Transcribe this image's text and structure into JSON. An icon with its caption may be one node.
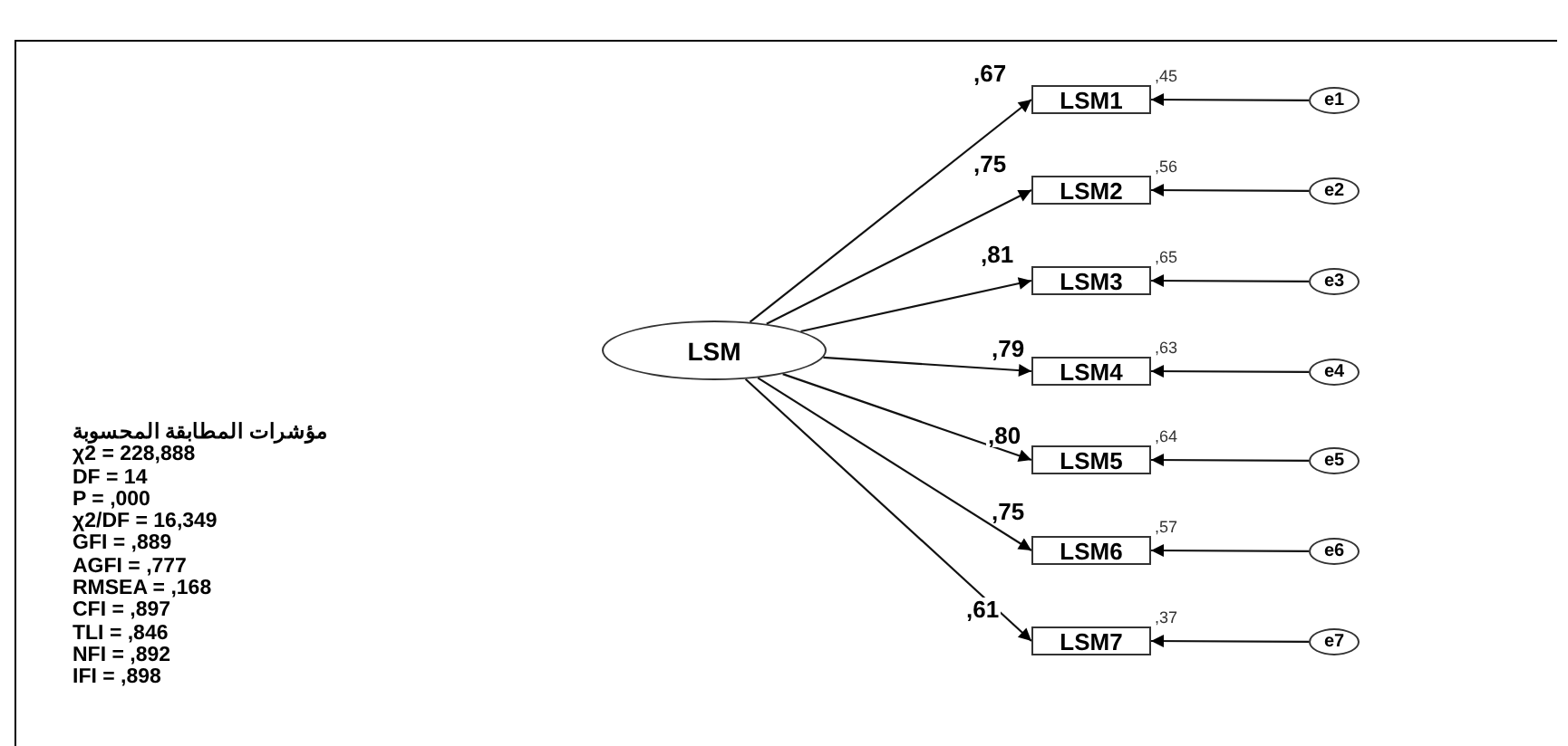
{
  "diagram": {
    "nodes": [
      {
        "text": [
          "LSM"
        ]
      },
      {
        "text": [
          "LSM1"
        ],
        "beside": [
          ",45"
        ]
      },
      {
        "text": [
          "LSM2"
        ],
        "beside": [
          ",56"
        ]
      },
      {
        "text": [
          "LSM3"
        ],
        "beside": [
          ",65"
        ]
      },
      {
        "text": [
          "LSM4"
        ],
        "beside": [
          ",63"
        ]
      },
      {
        "text": [
          "LSM5"
        ],
        "beside": [
          ",64"
        ]
      },
      {
        "text": [
          "LSM6"
        ],
        "beside": [
          ",57"
        ]
      },
      {
        "text": [
          "LSM7"
        ],
        "beside": [
          ",37"
        ]
      },
      {
        "text": [
          "e1"
        ]
      },
      {
        "text": [
          "e2"
        ]
      },
      {
        "text": [
          "e3"
        ]
      },
      {
        "text": [
          "e4"
        ]
      },
      {
        "text": [
          "e5"
        ]
      },
      {
        "text": [
          "e6"
        ]
      },
      {
        "text": [
          "e7"
        ]
      }
    ],
    "edges": [
      {
        "from": 0,
        "to": 1,
        "arrow": "to",
        "label": ",67"
      },
      {
        "from": 0,
        "to": 2,
        "arrow": "to",
        "label": ",75"
      },
      {
        "from": 0,
        "to": 3,
        "arrow": "to",
        "label": ",81"
      },
      {
        "from": 0,
        "to": 4,
        "arrow": "to",
        "label": ",79"
      },
      {
        "from": 0,
        "to": 5,
        "arrow": "to",
        "label": ",80"
      },
      {
        "from": 0,
        "to": 6,
        "arrow": "to",
        "label": ",75"
      },
      {
        "from": 0,
        "to": 7,
        "arrow": "to",
        "label": ",61"
      },
      {
        "from": 8,
        "to": 1,
        "arrow": "to"
      },
      {
        "from": 9,
        "to": 2,
        "arrow": "to"
      },
      {
        "from": 10,
        "to": 3,
        "arrow": "to"
      },
      {
        "from": 11,
        "to": 4,
        "arrow": "to"
      },
      {
        "from": 12,
        "to": 5,
        "arrow": "to"
      },
      {
        "from": 13,
        "to": 6,
        "arrow": "to"
      },
      {
        "from": 14,
        "to": 7,
        "arrow": "to"
      }
    ],
    "labels": [
      "مؤشرات المطابقة المحسوبة",
      "χ2 = 228,888",
      "DF = 14",
      "P =  ,000",
      "χ2/DF = 16,349",
      "GFI = ,889",
      "AGFI = ,777",
      "RMSEA = ,168",
      "CFI = ,897",
      "TLI = ,846",
      "NFI = ,892",
      "IFI = ,898"
    ]
  }
}
